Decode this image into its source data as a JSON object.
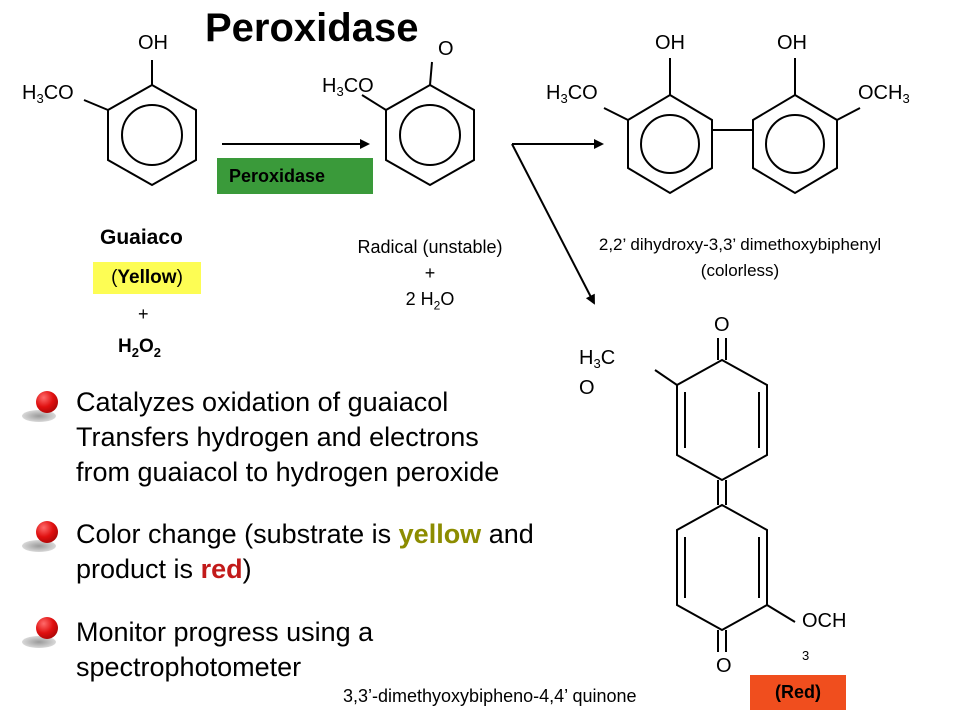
{
  "title": "Peroxidase",
  "enzyme_label": "Peroxidase",
  "guaiacol": {
    "oh": "OH",
    "methoxy": "H",
    "methoxy_sub": "3",
    "methoxy_end": "CO",
    "name": "Guaiaco",
    "color_open": "(",
    "color_word": "Yellow",
    "color_close": ")",
    "plus": "+",
    "h2o2_h": "H",
    "h2o2_sub1": "2",
    "h2o2_o": "O",
    "h2o2_sub2": "2"
  },
  "radical": {
    "o": "O",
    "methoxy": "H",
    "methoxy_sub": "3",
    "methoxy_end": "CO",
    "name": "Radical (unstable)",
    "plus": "+",
    "water_pre": "2 H",
    "water_sub": "2",
    "water_end": "O"
  },
  "biphenyl": {
    "oh1": "OH",
    "oh2": "OH",
    "methoxy_left": "H",
    "methoxy_left_sub": "3",
    "methoxy_left_end": "CO",
    "methoxy_right": "OCH",
    "methoxy_right_sub": "3",
    "name_line1": "2,2’ dihydroxy-3,3’ dimethoxybiphenyl",
    "name_line2": "(colorless)"
  },
  "quinone": {
    "o_top": "O",
    "methoxy_top1": "H",
    "methoxy_top_sub": "3",
    "methoxy_top2": "C",
    "methoxy_top3": "O",
    "methoxy_bottom": "OCH",
    "methoxy_bottom_sub": "3",
    "o_bottom": "O",
    "name": "3,3’-dimethyoxybipheno-4,4’ quinone",
    "color_label": "(Red)"
  },
  "bullets": [
    {
      "line1": "Catalyzes oxidation of guaiacol",
      "line2": "Transfers hydrogen and electrons",
      "line3": "from guaiacol to hydrogen peroxide"
    },
    {
      "pre": "Color change (substrate is ",
      "yellow_word": "yellow",
      "mid": " and",
      "line2_pre": "product is ",
      "red_word": "red",
      "line2_post": ")"
    },
    {
      "line1": "Monitor progress using a",
      "line2": "spectrophotometer"
    }
  ],
  "colors": {
    "enzyme_box": "#3a9a3a",
    "yellow_box": "#fdfd54",
    "red_box": "#f04e1e",
    "yellow_text": "#8c8c00",
    "red_text": "#c21a1a",
    "bullet": "#e01010"
  }
}
